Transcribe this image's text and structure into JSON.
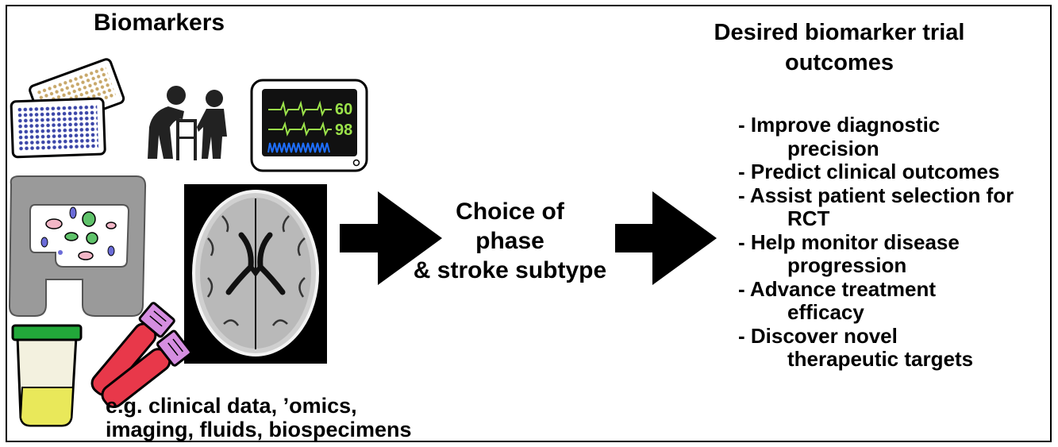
{
  "left_title": "Biomarkers",
  "right_title_lines": [
    "Desired biomarker trial",
    "outcomes"
  ],
  "middle_lines": [
    "Choice of",
    "phase",
    "& stroke subtype"
  ],
  "caption_lines": [
    "e.g. clinical data, ’omics,",
    "imaging, fluids, biospecimens"
  ],
  "monitor_readings": [
    "60",
    "98"
  ],
  "outcomes": [
    {
      "lines": [
        "- Improve diagnostic",
        "precision"
      ]
    },
    {
      "lines": [
        "- Predict clinical outcomes"
      ]
    },
    {
      "lines": [
        "- Assist patient selection for",
        "RCT"
      ]
    },
    {
      "lines": [
        "- Help monitor disease",
        "progression"
      ]
    },
    {
      "lines": [
        "- Advance treatment",
        "efficacy"
      ]
    },
    {
      "lines": [
        "- Discover novel",
        "therapeutic targets"
      ]
    }
  ],
  "icons": [
    "well-plate-icon",
    "walking-frame-patient-icon",
    "vital-signs-monitor-icon",
    "gut-microbiome-icon",
    "brain-ct-scan-icon",
    "urine-sample-cup-icon",
    "blood-tubes-icon",
    "right-arrow-icon"
  ],
  "colors": {
    "monitor_text": "#9be24a",
    "monitor_wave": "#1e6fff",
    "gut": "#9a9a9a",
    "tube_red": "#e8384a",
    "cap_purple": "#d58ee0",
    "cup_lid": "#22a83a",
    "urine": "#e9e85a"
  }
}
